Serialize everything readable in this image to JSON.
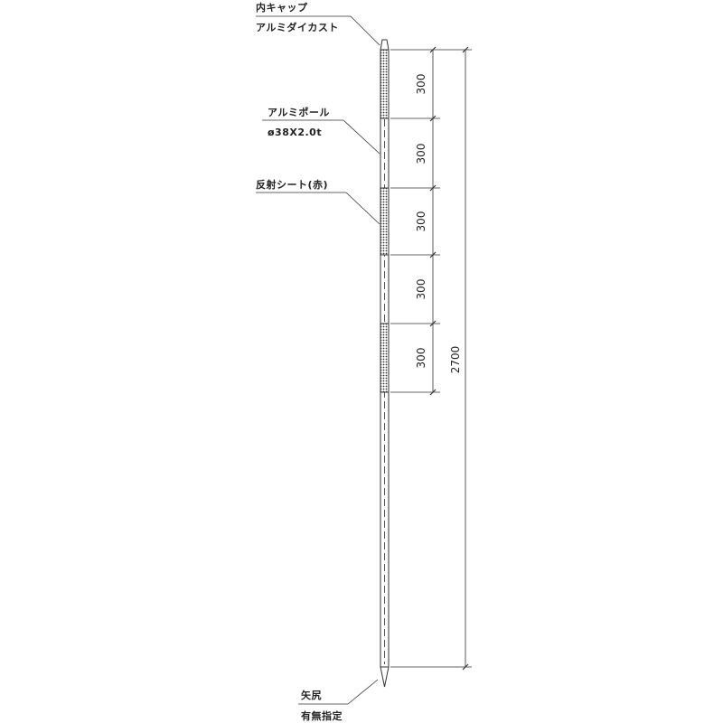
{
  "labels": {
    "cap_line1": "内キャップ",
    "cap_line2": "アルミダイカスト",
    "pole_line1": "アルミポール",
    "pole_line2": "ø38X2.0t",
    "sheet": "反射シート(赤)",
    "tip_line1": "矢尻",
    "tip_line2": "有無指定"
  },
  "dimensions": {
    "segment_labels": [
      "300",
      "300",
      "300",
      "300",
      "300"
    ],
    "total_label": "2700"
  },
  "colors": {
    "line": "#333333",
    "text": "#222222"
  }
}
